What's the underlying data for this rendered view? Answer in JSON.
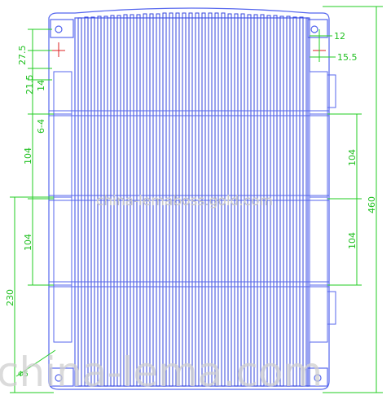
{
  "colors": {
    "part": "#5566ee",
    "fin": "#3344dd",
    "dimension": "#22cc22",
    "accent": "#dd2222",
    "watermark": "#c8c8c8"
  },
  "dimensions": {
    "top_12": "12",
    "top_27_5": "27.5",
    "top_15_5": "15.5",
    "left_21_5": "21.5",
    "left_14": "14",
    "left_6_4": "6-4",
    "left_104_a": "104",
    "left_104_b": "104",
    "right_104_a": "104",
    "right_104_b": "104",
    "overall_460": "460",
    "left_230": "230",
    "hole_dia": "Φ5"
  },
  "watermarks": {
    "center": "china-lemaboss.gold.com",
    "bottom": "china-lema.com"
  }
}
